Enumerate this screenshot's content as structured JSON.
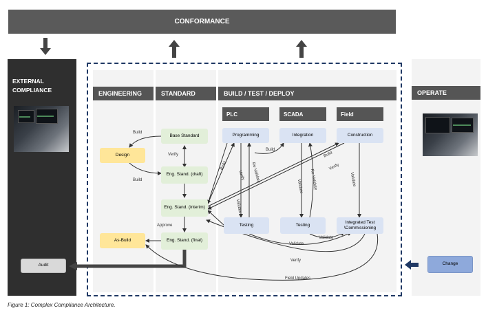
{
  "banner": {
    "label": "CONFORMANCE"
  },
  "columns": {
    "external": "EXTERNAL COMPLIANCE",
    "engineering": "ENGINEERING",
    "standard": "STANDARD",
    "build": "BUILD / TEST / DEPLOY",
    "operate": "OPERATE"
  },
  "subheaders": {
    "plc": "PLC",
    "scada": "SCADA",
    "field": "Field"
  },
  "boxes": {
    "base_standard": "Base Standard",
    "design": "Design",
    "eng_draft": "Eng. Stand. (draft)",
    "eng_interim": "Eng. Stand. (interim)",
    "eng_final": "Eng. Stand. (final)",
    "as_build": "As-Build",
    "programming": "Programming",
    "integration": "Integration",
    "construction": "Construction",
    "testing_plc": "Testing",
    "testing_scada": "Testing",
    "integrated_test": "Integrated Test \\Commissioning",
    "audit": "Audit",
    "change": "Change"
  },
  "edge_labels": {
    "build_1": "Build",
    "build_2": "Build",
    "verify_1": "Verify",
    "approve": "Approve",
    "build_3": "Build",
    "build_4": "Build",
    "build_5": "Build",
    "verify_2": "Verify",
    "verify_3": "Verify",
    "re_validate_1": "Re-Validate",
    "validate_1": "Validate",
    "validate_2": "Validate",
    "re_validate_2": "Re-Validate",
    "verify_4": "Verify",
    "validate_3": "Validate",
    "validate_4": "Validate",
    "validate_5": "Validate",
    "verify_5": "Verify",
    "field_updates": "Field Updates"
  },
  "caption": "Figure 1: Complex Compliance Architecture.",
  "colors": {
    "dashed_border": "#1f3864",
    "change_box": "#8ea9db",
    "dark": "#2f2f2f"
  }
}
